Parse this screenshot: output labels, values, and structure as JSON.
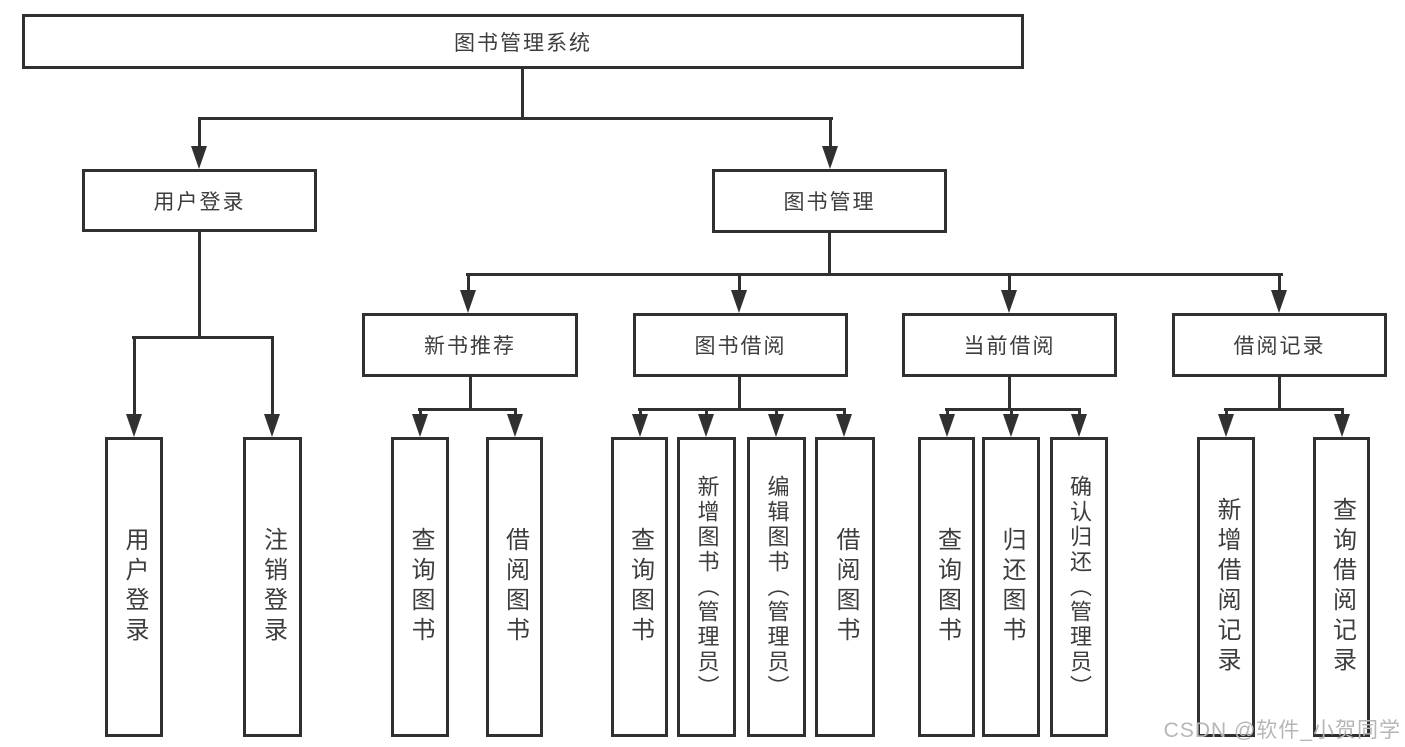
{
  "diagram": {
    "title": "图书管理系统",
    "root": {
      "label": "图书管理系统"
    },
    "branches": [
      {
        "label": "用户登录",
        "children": [
          {
            "label": "用户登录"
          },
          {
            "label": "注销登录"
          }
        ]
      },
      {
        "label": "图书管理",
        "children": [
          {
            "label": "新书推荐",
            "children": [
              {
                "label": "查询图书"
              },
              {
                "label": "借阅图书"
              }
            ]
          },
          {
            "label": "图书借阅",
            "children": [
              {
                "label": "查询图书"
              },
              {
                "label": "新增图书（管理员）"
              },
              {
                "label": "编辑图书（管理员）"
              },
              {
                "label": "借阅图书"
              }
            ]
          },
          {
            "label": "当前借阅",
            "children": [
              {
                "label": "查询图书"
              },
              {
                "label": "归还图书"
              },
              {
                "label": "确认归还（管理员）"
              }
            ]
          },
          {
            "label": "借阅记录",
            "children": [
              {
                "label": "新增借阅记录"
              },
              {
                "label": "查询借阅记录"
              }
            ]
          }
        ]
      }
    ]
  },
  "watermark": {
    "text": "CSDN @软件_小贺同学"
  },
  "colors": {
    "line": "#303030",
    "text": "#3d3d3d",
    "background": "#ffffff",
    "watermark": "#b6b6b6"
  }
}
